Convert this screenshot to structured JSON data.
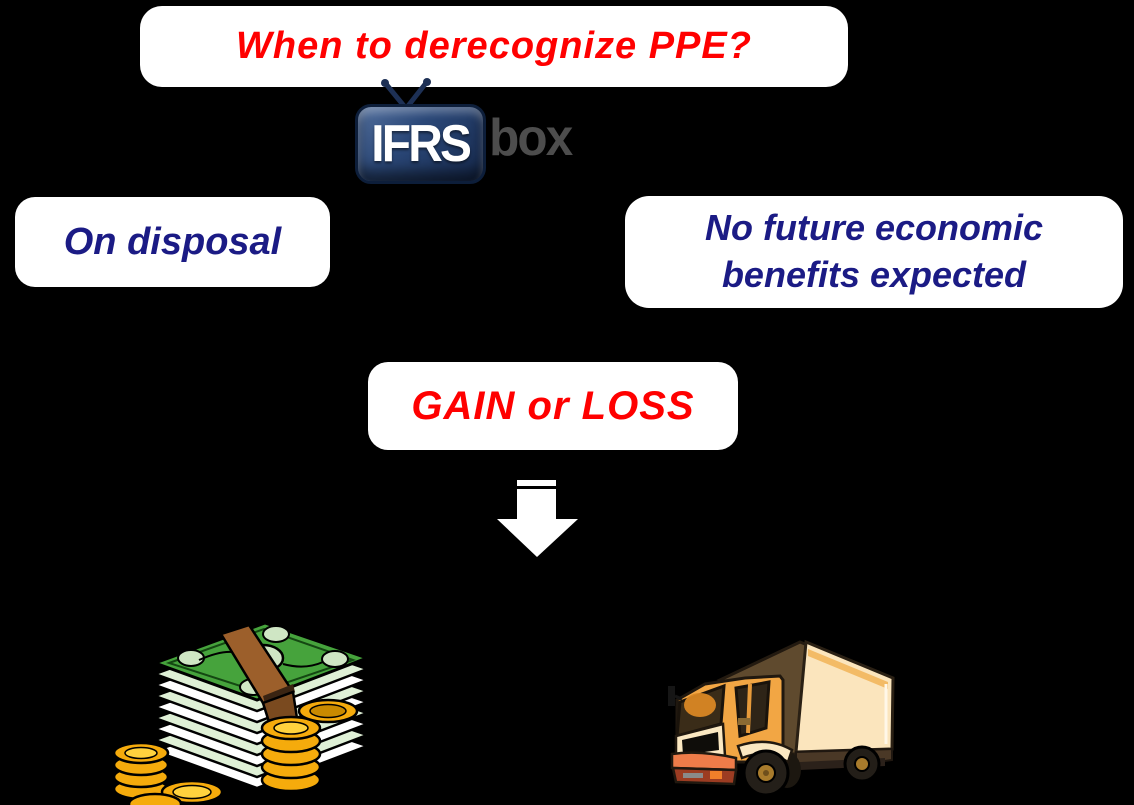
{
  "canvas": {
    "background": "#000000"
  },
  "title_box": {
    "label": "When to derecognize PPE?",
    "text_color": "#ff0000"
  },
  "logo": {
    "brand": "IFRS",
    "suffix": "box",
    "tv_color": "#2b4878",
    "suffix_color": "#4d4d4d"
  },
  "branches": {
    "left": {
      "label": "On disposal",
      "text_color": "#1b1b85"
    },
    "right": {
      "line1": "No future economic",
      "line2": "benefits expected",
      "text_color": "#1b1b85"
    }
  },
  "result_box": {
    "label": "GAIN or LOSS",
    "text_color": "#ff0000"
  },
  "arrow": {
    "direction": "down",
    "color": "#ffffff"
  },
  "illustrations": {
    "money": {
      "name": "cash-stack-with-coins",
      "bill_color": "#46a33c",
      "bill_oval_color": "#cfe6c4",
      "strap_color": "#9c5f2b",
      "coin_color": "#f5ab0c",
      "coin_highlight": "#ffd23e"
    },
    "truck": {
      "name": "delivery-truck",
      "cab_color": "#f2a644",
      "box_color": "#fbe5bd",
      "roof_color": "#5f4a2e",
      "bumper_color": "#ee7c49",
      "wheel_color": "#241f19",
      "hub_color": "#a87b2c"
    }
  }
}
